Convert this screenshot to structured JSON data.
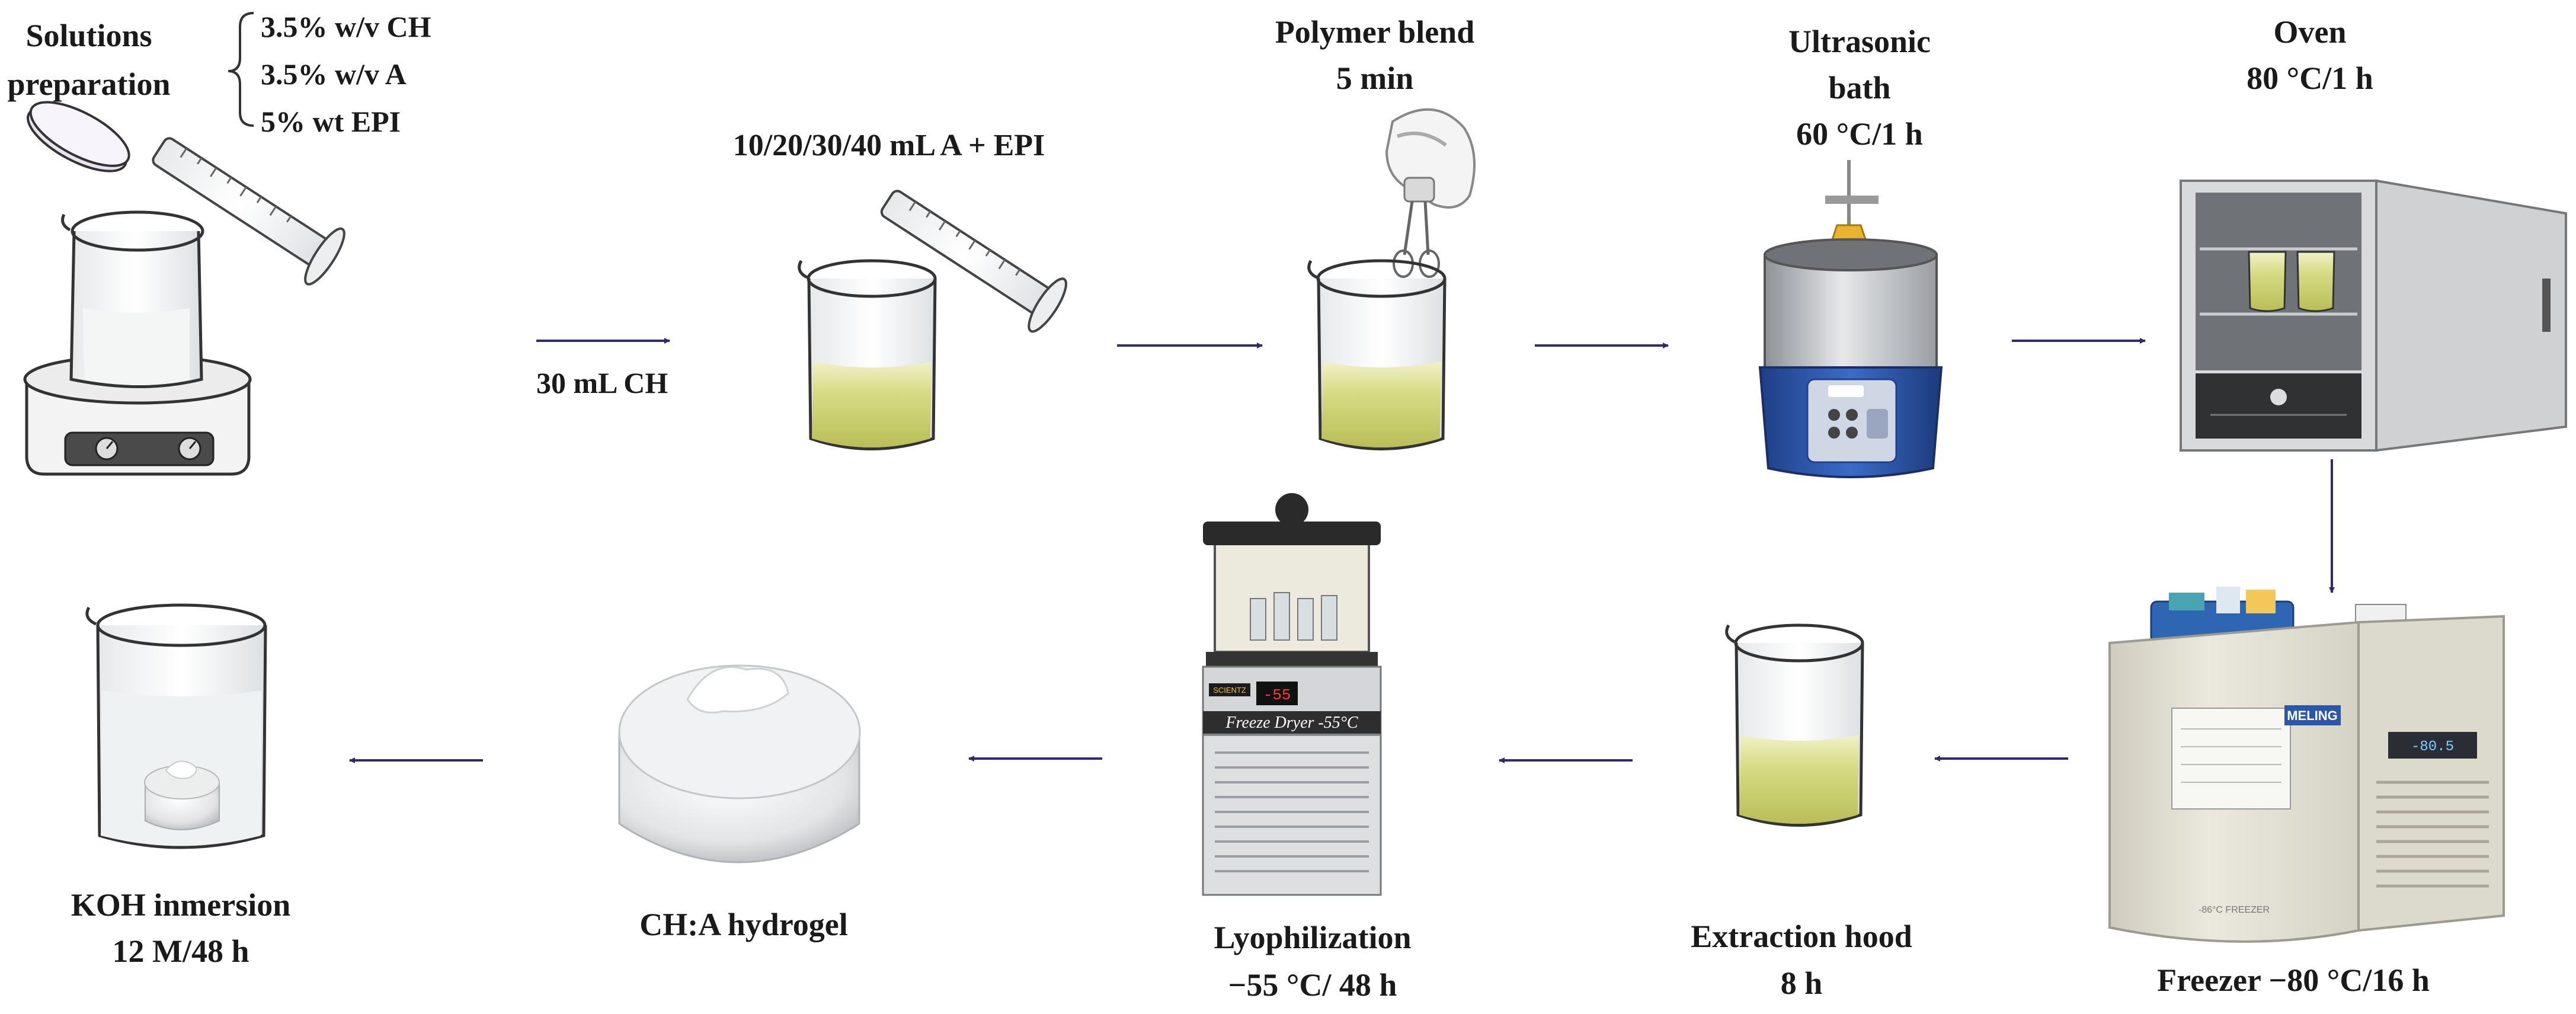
{
  "steps": {
    "solutions": {
      "title_line1": "Solutions",
      "title_line2": "preparation",
      "conc_ch": "3.5%  w/v CH",
      "conc_a": "3.5%  w/v A",
      "conc_epi": "5%  wt EPI"
    },
    "add_ch": "30 mL CH",
    "add_a_epi": "10/20/30/40 mL A + EPI",
    "polymer_blend": {
      "line1": "Polymer blend",
      "line2": "5 min"
    },
    "ultrasonic": {
      "line1": "Ultrasonic",
      "line2": "bath",
      "line3": "60 °C/1 h"
    },
    "oven": {
      "line1": "Oven",
      "line2": "80 °C/1 h"
    },
    "freezer": {
      "line1": "Freezer −80 °C/16 h",
      "panel_label": "MELING",
      "display": "-80.5",
      "brand": "-86°C FREEZER"
    },
    "extraction": {
      "line1": "Extraction hood",
      "line2": "8 h"
    },
    "lyophilization": {
      "line1": "Lyophilization",
      "line2": "−55 °C/ 48 h",
      "device_label": "Freeze Dryer -55°C",
      "display": "-55",
      "brand": "SCIENTZ"
    },
    "hydrogel": {
      "line1": "CH:A hydrogel"
    },
    "koh": {
      "line1": "KOH inmersion",
      "line2": "12 M/48 h"
    }
  },
  "colors": {
    "arrow": "#2e2a6e",
    "liquid": "#d7dc86",
    "ultrasonic_blue": "#2c56a8",
    "steel": "#b9bcc0",
    "freezer_body": "#e4e1d6"
  }
}
